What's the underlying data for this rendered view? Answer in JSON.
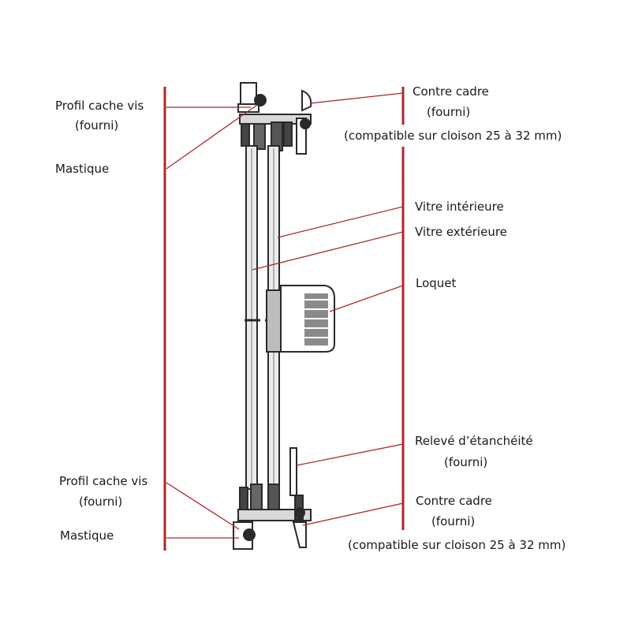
{
  "labels": {
    "profil_top_1": "Profil cache vis",
    "profil_top_2": "(fourni)",
    "mastique_top": "Mastique",
    "contre_top_1": "Contre cadre",
    "contre_top_2": "(fourni)",
    "compat_top": "(compatible sur cloison 25 à 32 mm)",
    "vitre_int": "Vitre intérieure",
    "vitre_ext": "Vitre extérieure",
    "loquet": "Loquet",
    "releve_1": "Relevé d’étanchéité",
    "releve_2": "(fourni)",
    "profil_bot_1": "Profil cache vis",
    "profil_bot_2": "(fourni)",
    "mastique_bot": "Mastique",
    "contre_bot_1": "Contre cadre",
    "contre_bot_2": "(fourni)",
    "compat_bot": "(compatible sur cloison 25 à 32 mm)"
  },
  "colors": {
    "wall_line": "#b0262d",
    "leader": "#b0262d",
    "drawing": "#2a2a2a",
    "text": "#1a1a1a"
  }
}
